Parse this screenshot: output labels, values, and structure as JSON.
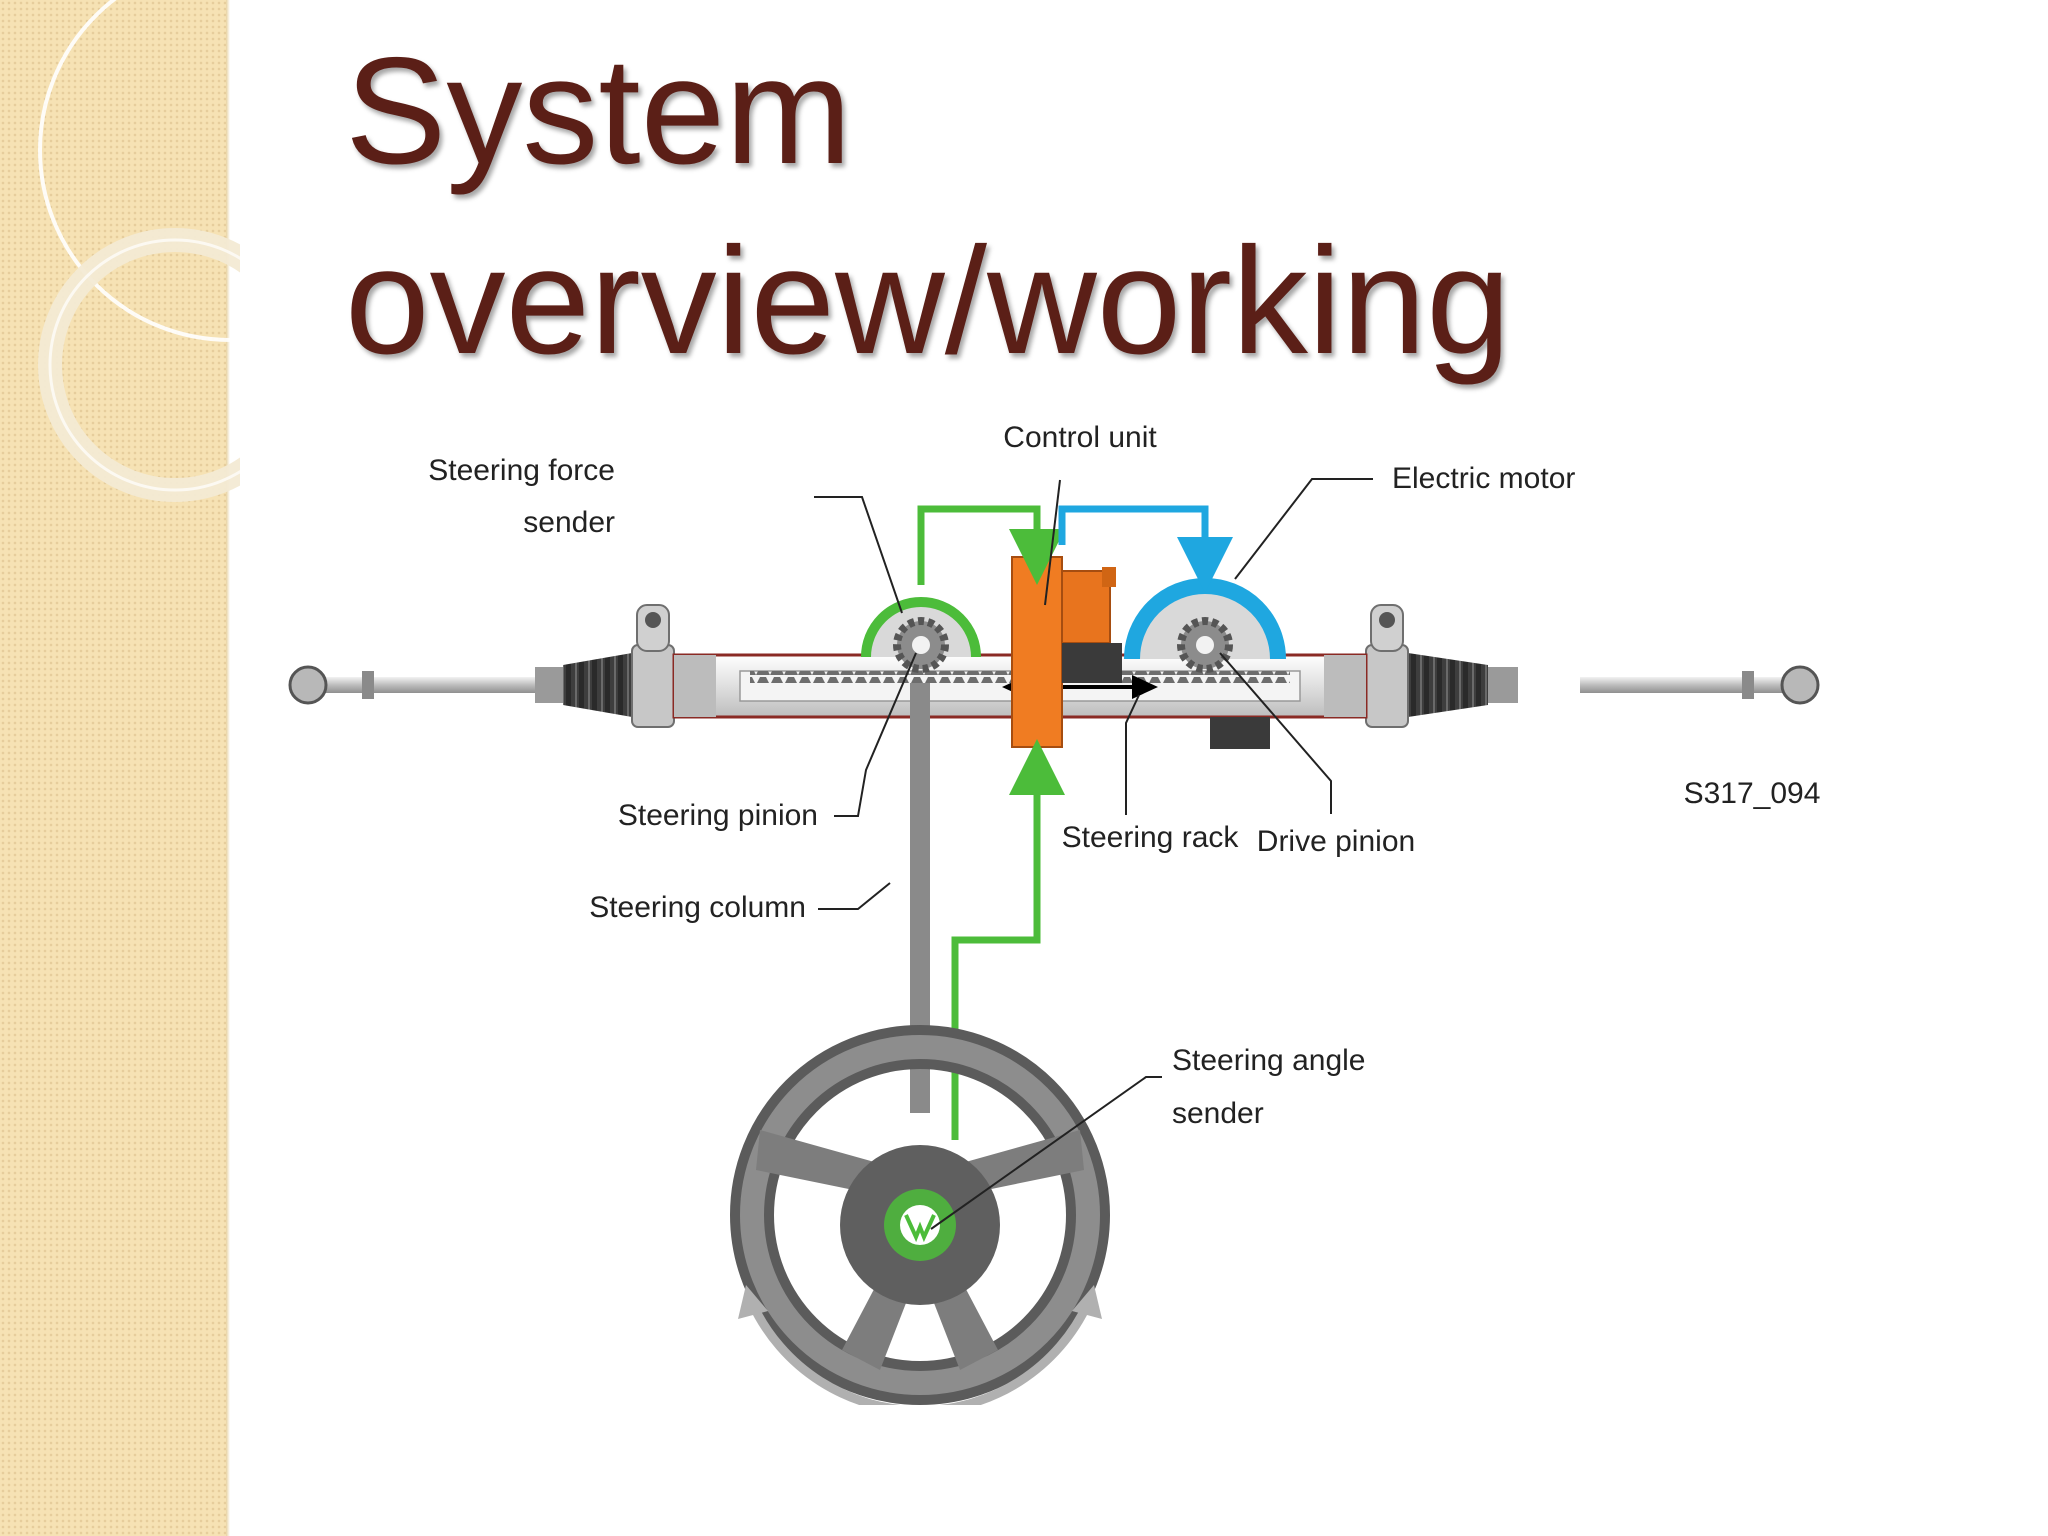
{
  "slide": {
    "title_line1": "System",
    "title_line2": "overview/working"
  },
  "diagram": {
    "labels": {
      "steering_force_sender_l1": "Steering force",
      "steering_force_sender_l2": "sender",
      "control_unit": "Control unit",
      "electric_motor": "Electric motor",
      "steering_pinion": "Steering pinion",
      "steering_rack": "Steering rack",
      "drive_pinion": "Drive pinion",
      "steering_column": "Steering column",
      "steering_angle_sender_l1": "Steering angle",
      "steering_angle_sender_l2": "sender",
      "figure_code": "S317_094"
    },
    "colors": {
      "signal_line": "#4cbc3a",
      "motor_signal": "#1fa7e0",
      "control_unit": "#f07c22",
      "title": "#5b1f17"
    }
  }
}
